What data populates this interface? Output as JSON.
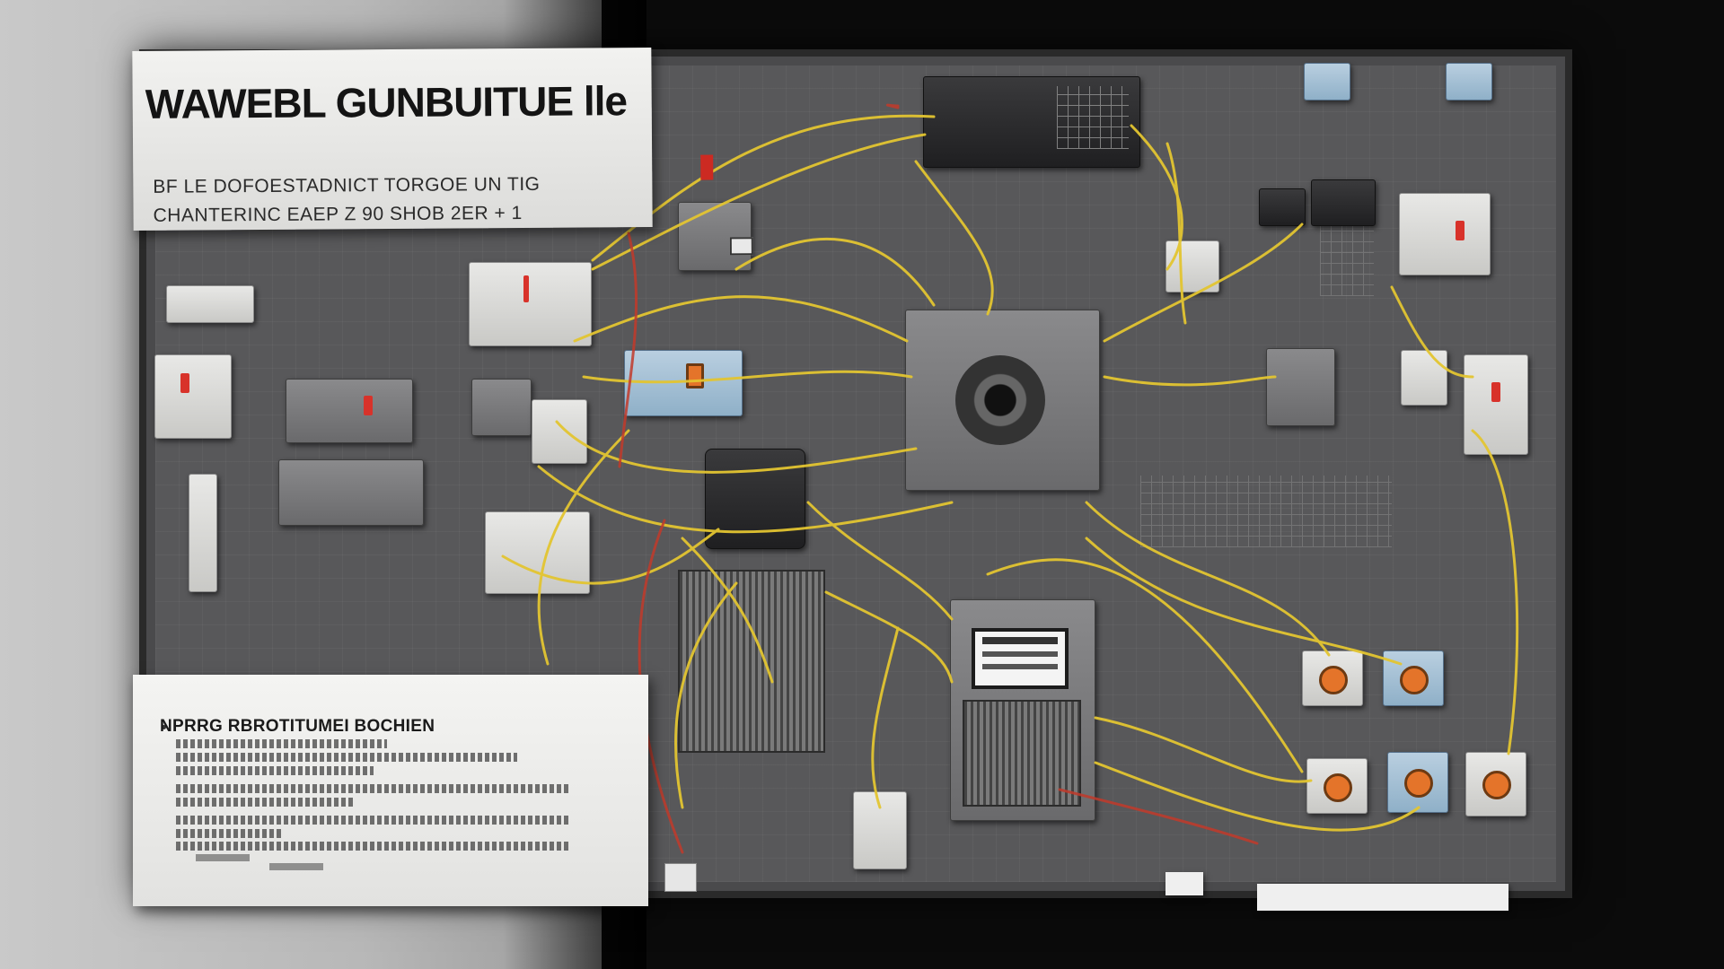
{
  "title_card": {
    "heading": "WAWEBL GUNBUITUE lle",
    "subtitle_1": "BF LE DOFOESTADNICT TORGOE UN TIG",
    "subtitle_2": "CHANTERINC EAEP Z 90 SHOB 2ER + 1"
  },
  "notes_card": {
    "heading": "NPRRG RBROTITUMEI BOCHIEN"
  },
  "colors": {
    "board": "#58585a",
    "wire_yellow": "#e3c531",
    "wire_red": "#c23a2a",
    "wire_green": "#3f8f5a",
    "accent_orange": "#e4742a",
    "led_red": "#d8322a"
  }
}
